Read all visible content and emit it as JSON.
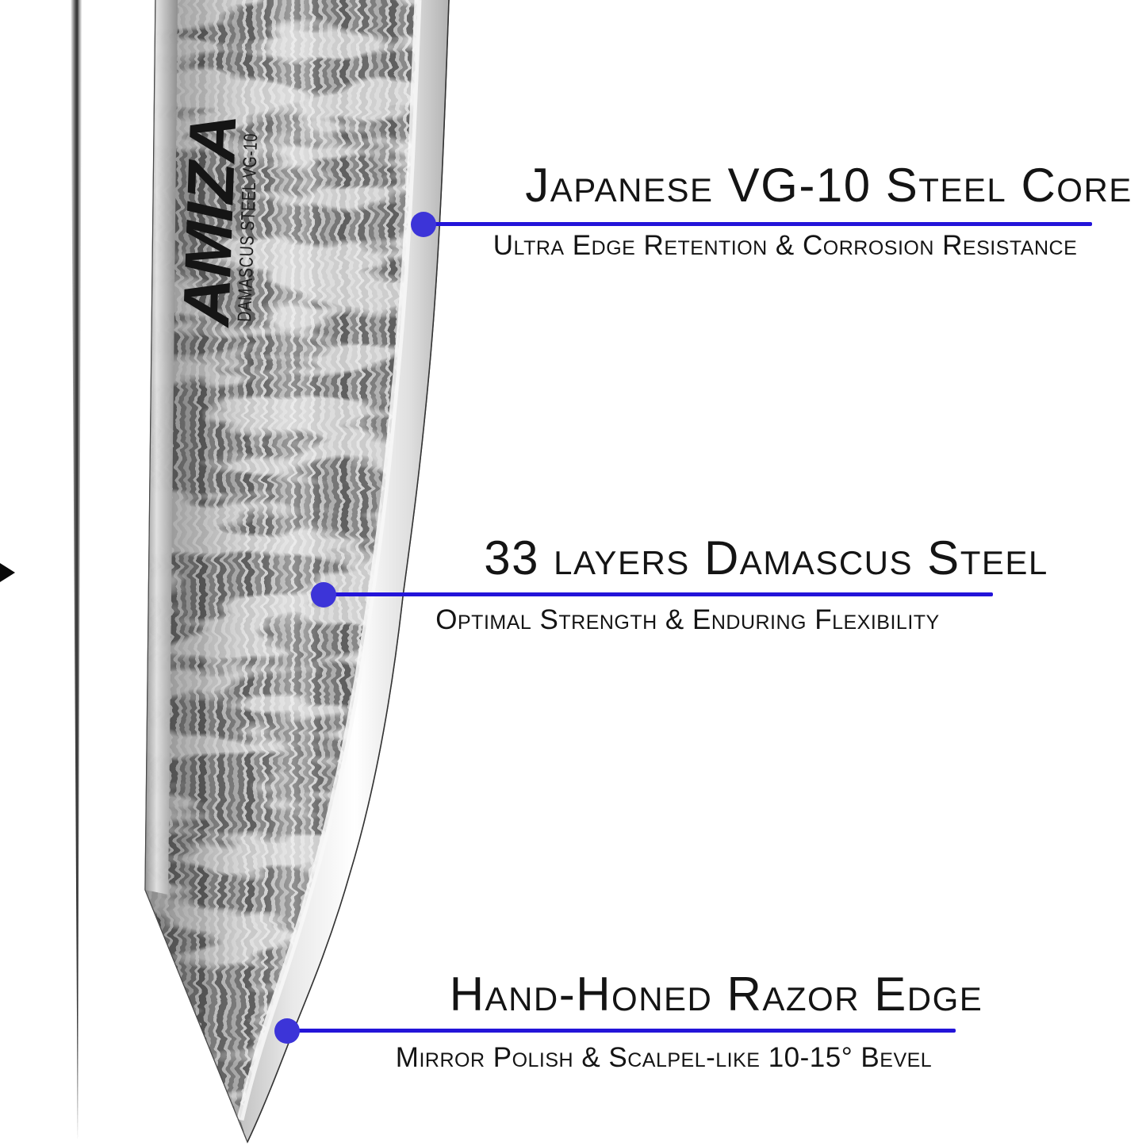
{
  "blade": {
    "brand_wordmark": "AMIZA",
    "brand_engraving": "DAMASCUS STEEL VG-10"
  },
  "callouts": [
    {
      "title": "Japanese VG-10 Steel Core",
      "subtitle": "Ultra Edge Retention & Corrosion Resistance"
    },
    {
      "title": "33 layers Damascus Steel",
      "subtitle": "Optimal Strength & Enduring Flexibility"
    },
    {
      "title": "Hand-Honed Razor Edge",
      "subtitle": "Mirror Polish & Scalpel-like 10-15° Bevel"
    }
  ],
  "icons": {
    "carousel_arrow": "▶"
  },
  "colors": {
    "accent": "#3c34d8",
    "line": "#2314d9",
    "text": "#141414",
    "bg": "#ffffff"
  }
}
